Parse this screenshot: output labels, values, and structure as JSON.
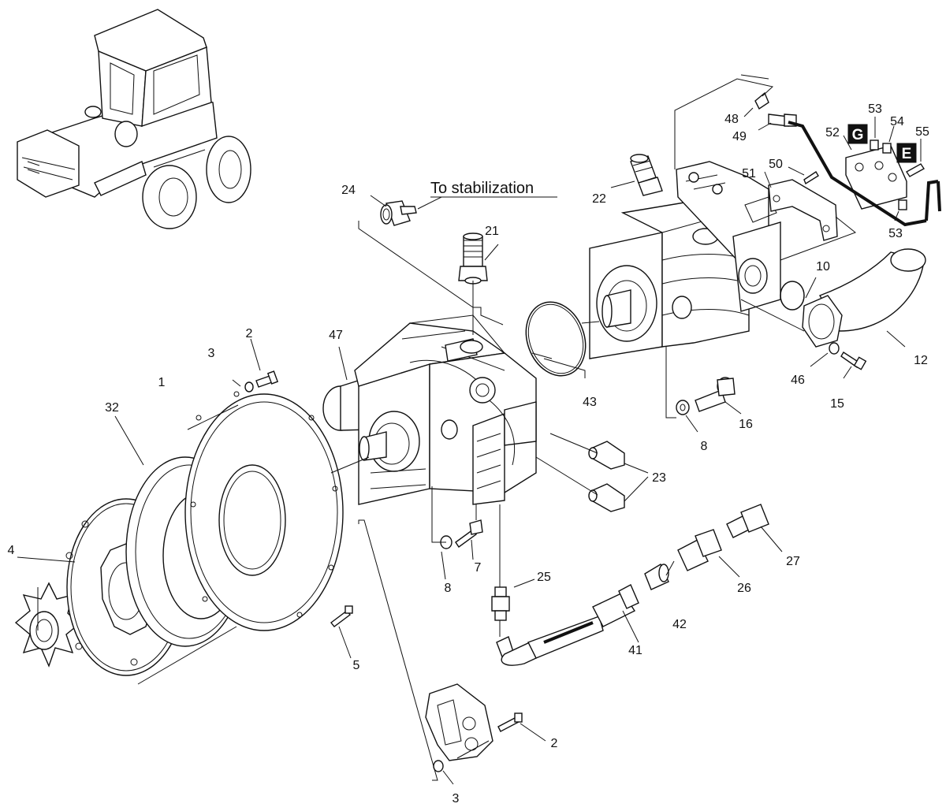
{
  "diagram": {
    "annotation": "To stabilization",
    "badges": [
      "G",
      "E"
    ],
    "callouts": {
      "c1": "1",
      "c2a": "2",
      "c2b": "2",
      "c3a": "3",
      "c3b": "3",
      "c4": "4",
      "c5": "5",
      "c7": "7",
      "c8a": "8",
      "c8b": "8",
      "c10": "10",
      "c12": "12",
      "c15": "15",
      "c16": "16",
      "c21": "21",
      "c22": "22",
      "c23": "23",
      "c24": "24",
      "c25": "25",
      "c26": "26",
      "c27": "27",
      "c32": "32",
      "c41": "41",
      "c42": "42",
      "c43": "43",
      "c46": "46",
      "c47": "47",
      "c48": "48",
      "c49": "49",
      "c50": "50",
      "c51": "51",
      "c52": "52",
      "c53a": "53",
      "c53b": "53",
      "c54": "54",
      "c55": "55"
    }
  }
}
